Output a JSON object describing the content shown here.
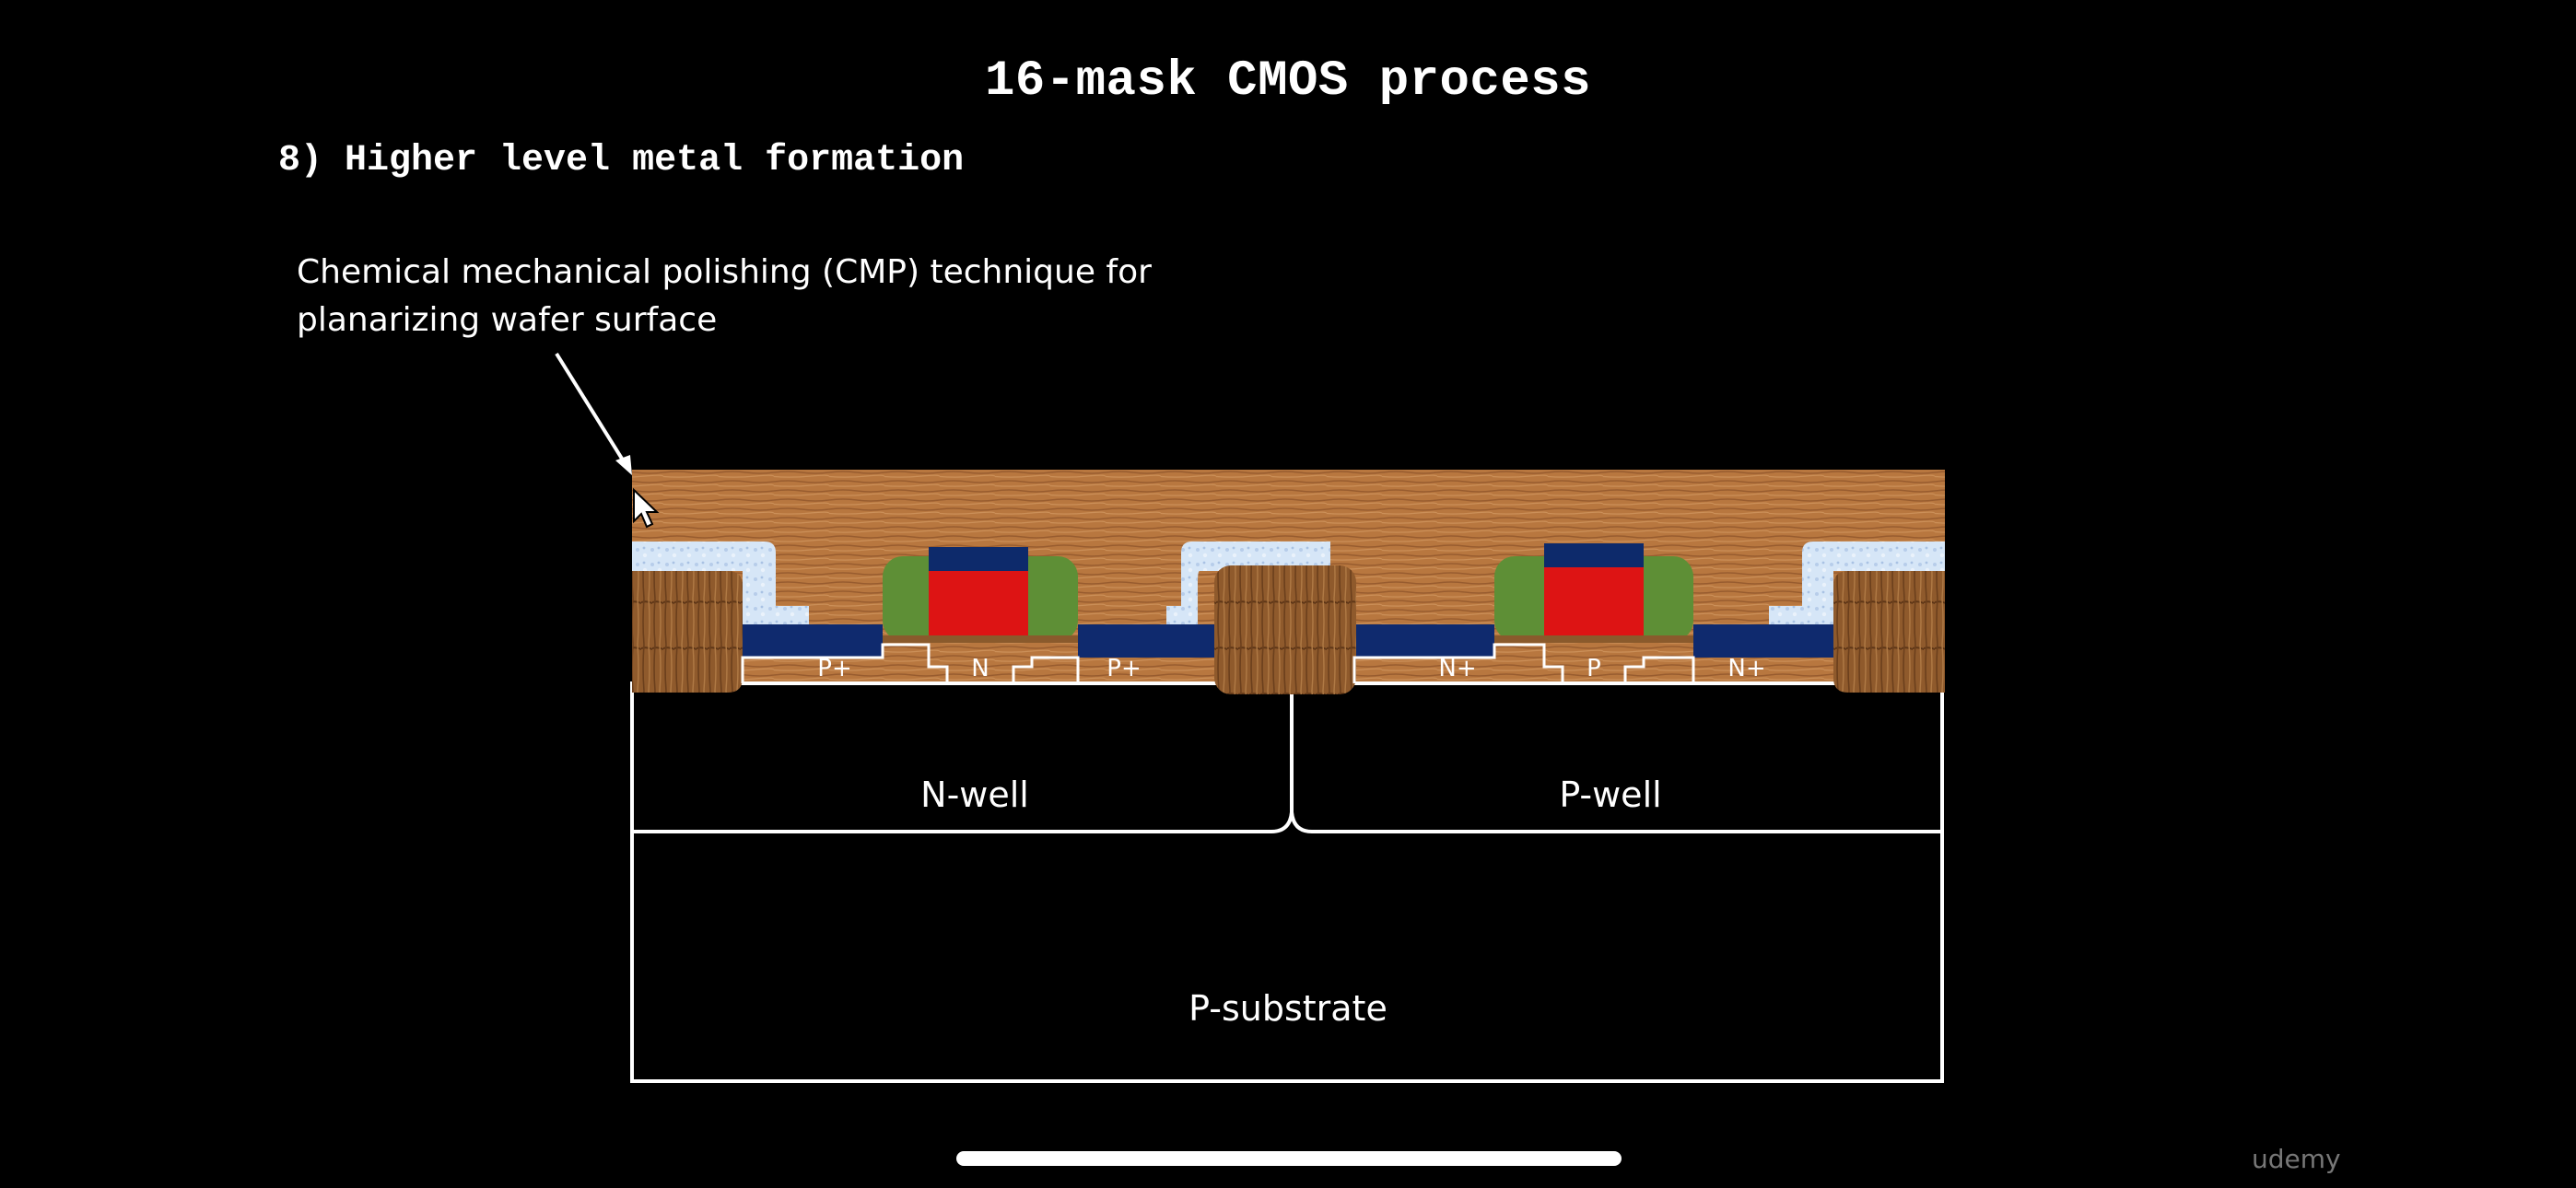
{
  "slide": {
    "title": "16-mask CMOS process",
    "step": "8) Higher level metal formation",
    "annotation_line1": "Chemical mechanical polishing (CMP) technique for",
    "annotation_line2": "planarizing wafer surface"
  },
  "labels": {
    "pmos_source": "P+",
    "pmos_channel": "N",
    "pmos_drain": "P+",
    "nmos_source": "N+",
    "nmos_channel": "P",
    "nmos_drain": "N+",
    "n_well": "N-well",
    "p_well": "P-well",
    "substrate": "P-substrate"
  },
  "colors": {
    "background": "#000000",
    "oxide_wood": "#b8773f",
    "gate_poly": "#dd1414",
    "gate_cap": "#0d2a6b",
    "spacer": "#5e8f36",
    "diffusion_contact": "#0f2a6e",
    "first_metal": "#d6e6f7",
    "outline": "#ffffff"
  },
  "footer": {
    "watermark": "udemy"
  }
}
